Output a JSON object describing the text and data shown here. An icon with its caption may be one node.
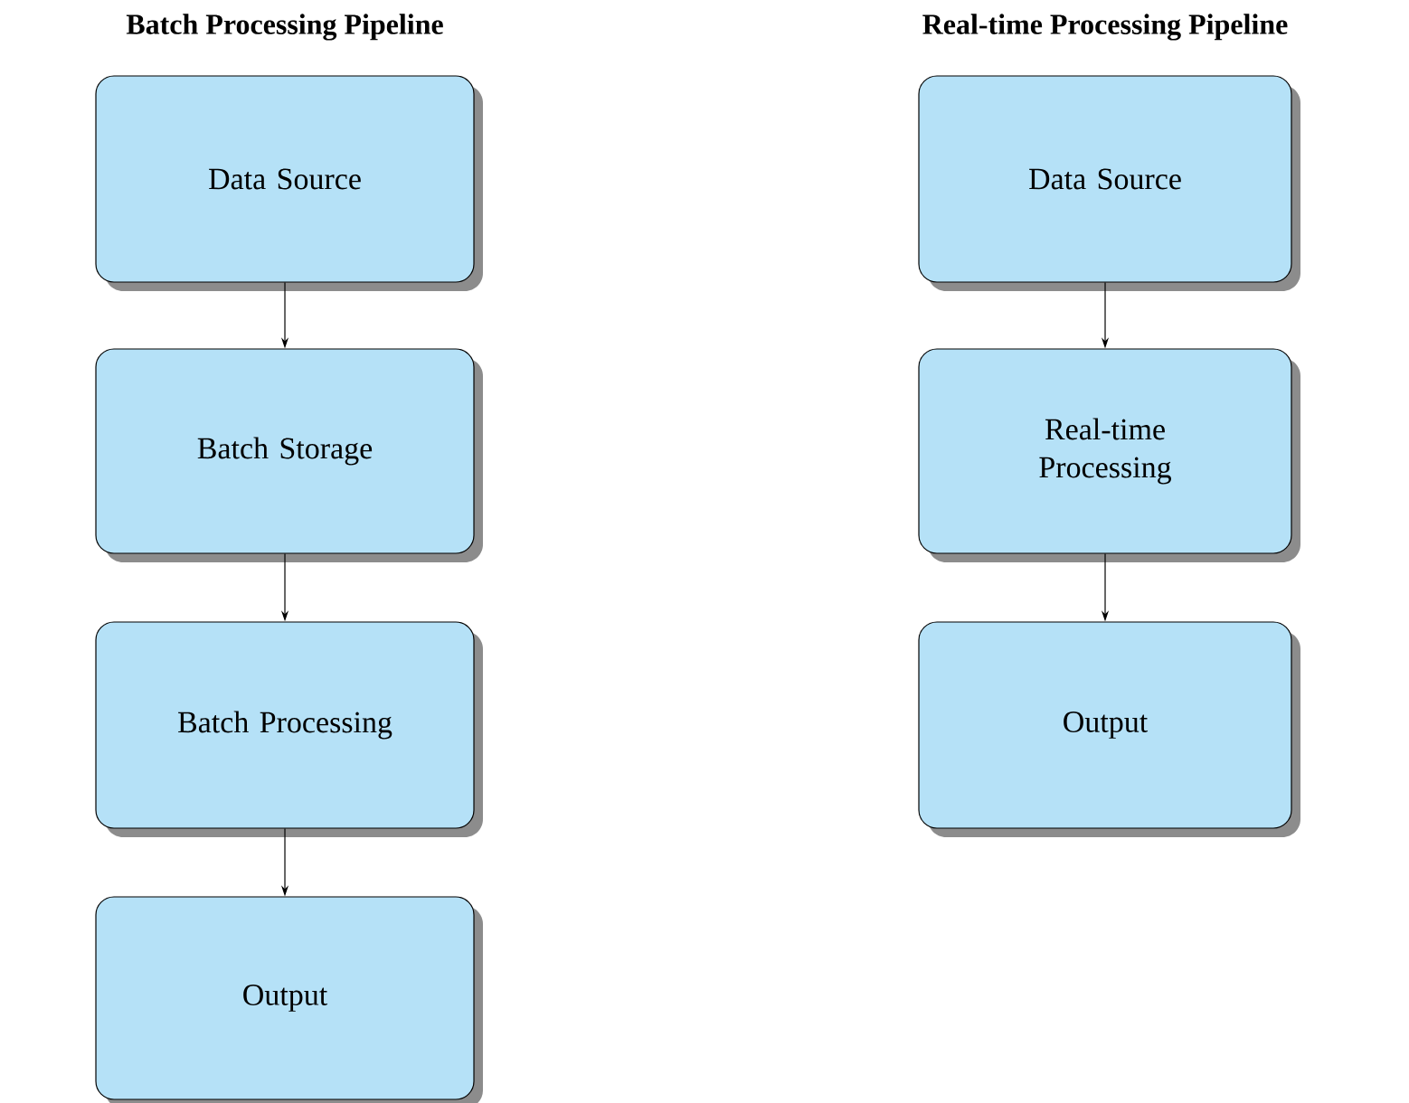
{
  "diagram": {
    "nodes": [
      {
        "text": [
          "Data Source"
        ]
      },
      {
        "text": [
          "Batch Storage"
        ]
      },
      {
        "text": [
          "Batch Processing"
        ]
      },
      {
        "text": [
          "Output"
        ]
      },
      {
        "text": [
          "Data Source"
        ]
      },
      {
        "text": [
          "Real-time Processing"
        ]
      },
      {
        "text": [
          "Output"
        ]
      }
    ],
    "edges": [
      {
        "from": 0,
        "to": 1,
        "arrow": "to"
      },
      {
        "from": 1,
        "to": 2,
        "arrow": "to"
      },
      {
        "from": 2,
        "to": 3,
        "arrow": "to"
      },
      {
        "from": 4,
        "to": 5,
        "arrow": "to"
      },
      {
        "from": 5,
        "to": 6,
        "arrow": "to"
      }
    ],
    "labels": [
      "Batch Processing Pipeline",
      "Real-time Processing Pipeline"
    ]
  }
}
